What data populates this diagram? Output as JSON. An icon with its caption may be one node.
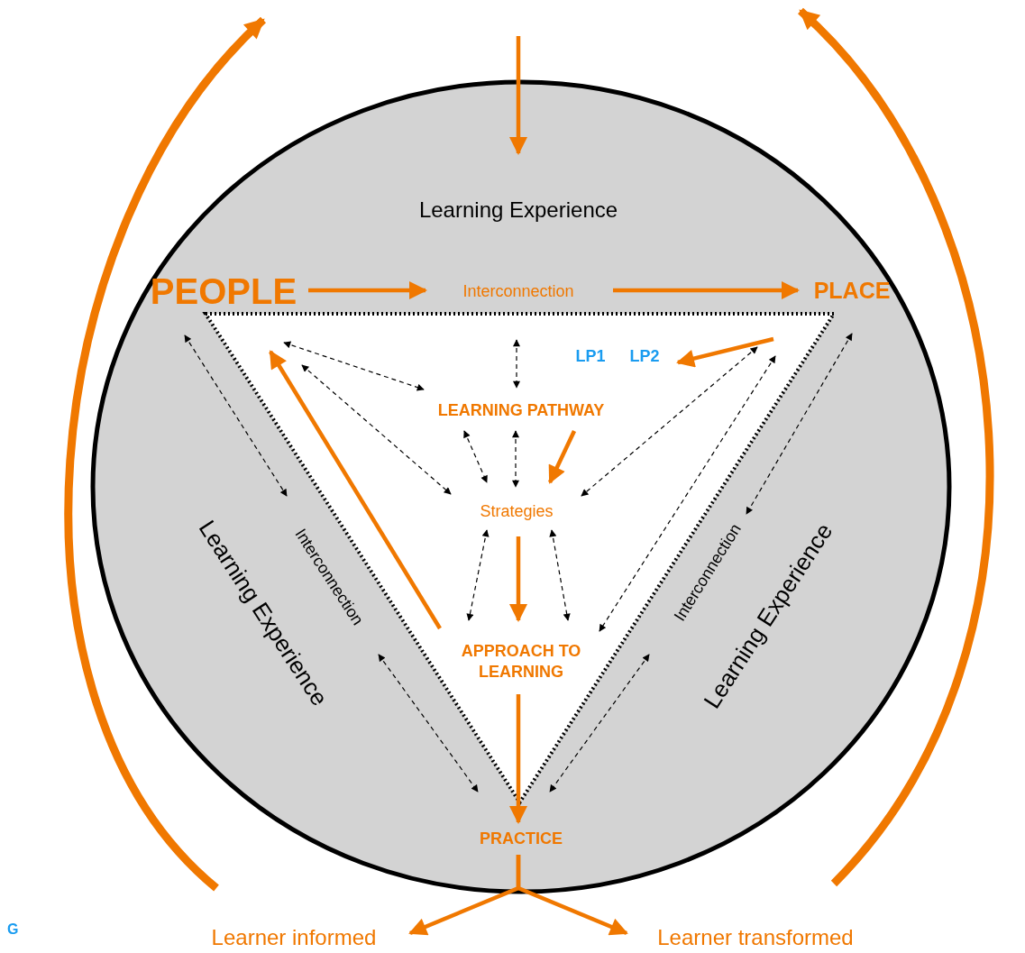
{
  "diagram": {
    "nodes": [
      {
        "text": [],
        "shape": "circle"
      },
      {
        "text": [
          "Learning Experience"
        ],
        "in": 0
      },
      {
        "text": [
          "PEOPLE"
        ],
        "in": 0
      },
      {
        "text": [
          "Interconnection"
        ],
        "in": 0
      },
      {
        "text": [
          "PLACE"
        ],
        "in": 0
      },
      {
        "text": [],
        "shape": "triangle",
        "in": 0
      },
      {
        "text": [
          "LEARNING PATHWAY"
        ],
        "in": 5
      },
      {
        "text": [
          "Strategies"
        ],
        "in": 5
      },
      {
        "text": [
          "APPROACH TO LEARNING"
        ],
        "in": 5
      },
      {
        "text": [
          "PRACTICE"
        ],
        "in": 0
      },
      {
        "text": [
          "Interconnection"
        ],
        "in": 0
      },
      {
        "text": [
          "Interconnection"
        ],
        "in": 0
      },
      {
        "text": [
          "Learning Experience"
        ],
        "in": 0
      },
      {
        "text": [
          "Learning Experience"
        ],
        "in": 0
      },
      {
        "text": [
          "Learner informed"
        ]
      },
      {
        "text": [
          "Learner transformed"
        ]
      }
    ],
    "edges": [
      {
        "from": null,
        "to": 1,
        "arrow": "to",
        "style": "thick",
        "color": "#f07800"
      },
      {
        "from": 2,
        "to": 3,
        "arrow": "to",
        "style": "thick",
        "color": "#f07800"
      },
      {
        "from": 3,
        "to": 4,
        "arrow": "to",
        "style": "thick",
        "color": "#f07800"
      },
      {
        "from": 4,
        "to": 6,
        "arrow": "to",
        "style": "thick",
        "color": "#f07800"
      },
      {
        "from": 6,
        "to": 7,
        "arrow": "to",
        "style": "thick",
        "color": "#f07800"
      },
      {
        "from": 7,
        "to": 8,
        "arrow": "to",
        "style": "thick",
        "color": "#f07800"
      },
      {
        "from": 8,
        "to": 2,
        "arrow": "to",
        "style": "thick",
        "color": "#f07800"
      },
      {
        "from": 8,
        "to": 9,
        "arrow": "to",
        "style": "thick",
        "color": "#f07800"
      },
      {
        "from": 9,
        "to": 14,
        "arrow": "to",
        "style": "thick",
        "color": "#f07800"
      },
      {
        "from": 9,
        "to": 15,
        "arrow": "to",
        "style": "thick",
        "color": "#f07800"
      },
      {
        "from": 14,
        "to": null,
        "arrow": "to",
        "style": "thick",
        "color": "#f07800"
      },
      {
        "from": 15,
        "to": null,
        "arrow": "to",
        "style": "thick",
        "color": "#f07800"
      },
      {
        "from": 2,
        "to": 6,
        "arrow": "both",
        "style": "dashed"
      },
      {
        "from": 3,
        "to": 6,
        "arrow": "both",
        "style": "dashed"
      },
      {
        "from": 2,
        "to": 7,
        "arrow": "both",
        "style": "dashed"
      },
      {
        "from": 6,
        "to": 7,
        "arrow": "both",
        "style": "dashed"
      },
      {
        "from": 6,
        "to": 7,
        "arrow": "both",
        "style": "dashed"
      },
      {
        "from": 4,
        "to": 7,
        "arrow": "both",
        "style": "dashed"
      },
      {
        "from": 7,
        "to": 8,
        "arrow": "both",
        "style": "dashed"
      },
      {
        "from": 7,
        "to": 8,
        "arrow": "both",
        "style": "dashed"
      },
      {
        "from": 4,
        "to": 8,
        "arrow": "both",
        "style": "dashed"
      },
      {
        "from": 2,
        "to": 10,
        "arrow": "both",
        "style": "dashed"
      },
      {
        "from": 10,
        "to": 9,
        "arrow": "both",
        "style": "dashed"
      },
      {
        "from": 4,
        "to": 11,
        "arrow": "both",
        "style": "dashed"
      },
      {
        "from": 11,
        "to": 9,
        "arrow": "both",
        "style": "dashed"
      }
    ],
    "labels": [
      "LP1",
      "LP2",
      "G"
    ]
  }
}
